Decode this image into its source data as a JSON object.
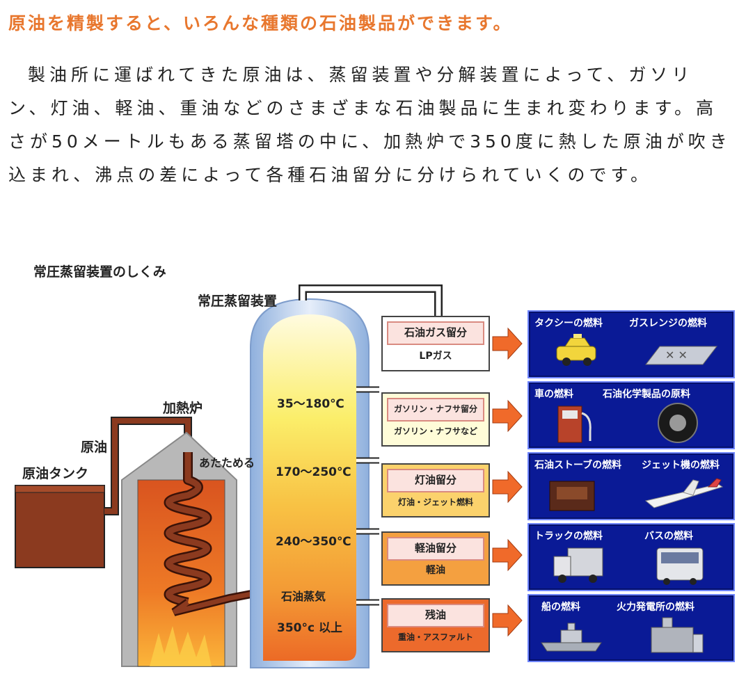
{
  "heading": "原油を精製すると、いろんな種類の石油製品ができます。",
  "paragraph": "製油所に運ばれてきた原油は、蒸留装置や分解装置によって、ガソリン、灯油、軽油、重油などのさまざまな石油製品に生まれ変わります。高さが50メートルもある蒸留塔の中に、加熱炉で350度に熱した原油が吹き込まれ、沸点の差によって各種石油留分に分けられていくのです。",
  "diagram": {
    "title": "常圧蒸留装置のしくみ",
    "column_label": "常圧蒸留装置",
    "furnace_label": "加熱炉",
    "crude_label": "原油",
    "tank_label": "原油タンク",
    "heat_label": "あたためる",
    "vapor_label": "石油蒸気",
    "temperatures": [
      "35〜180℃",
      "170〜250℃",
      "240〜350℃",
      "350°c 以上"
    ],
    "fractions": [
      {
        "name": "石油ガス留分",
        "product": "LPガス"
      },
      {
        "name": "ガソリン・ナフサ留分",
        "product": "ガソリン・ナフサなど"
      },
      {
        "name": "灯油留分",
        "product": "灯油・ジェット燃料"
      },
      {
        "name": "軽油留分",
        "product": "軽油"
      },
      {
        "name": "残油",
        "product": "重油・アスファルト"
      }
    ],
    "uses": [
      {
        "left": "タクシーの燃料",
        "right": "ガスレンジの燃料",
        "left_icon": "taxi-icon",
        "right_icon": "gas-stove-icon"
      },
      {
        "left": "車の燃料",
        "right": "石油化学製品の原料",
        "left_icon": "fuel-pump-icon",
        "right_icon": "tire-icon"
      },
      {
        "left": "石油ストーブの燃料",
        "right": "ジェット機の燃料",
        "left_icon": "oil-stove-icon",
        "right_icon": "jet-plane-icon"
      },
      {
        "left": "トラックの燃料",
        "right": "バスの燃料",
        "left_icon": "truck-icon",
        "right_icon": "bus-icon"
      },
      {
        "left": "船の燃料",
        "right": "火力発電所の燃料",
        "left_icon": "ship-icon",
        "right_icon": "power-plant-icon"
      }
    ],
    "colors": {
      "heading": "#e8772e",
      "use_box": "#0a1a96",
      "arrow": "#f06a2a",
      "pipe": "#6b2e1a",
      "column_outline": "#a9c4e8"
    }
  }
}
